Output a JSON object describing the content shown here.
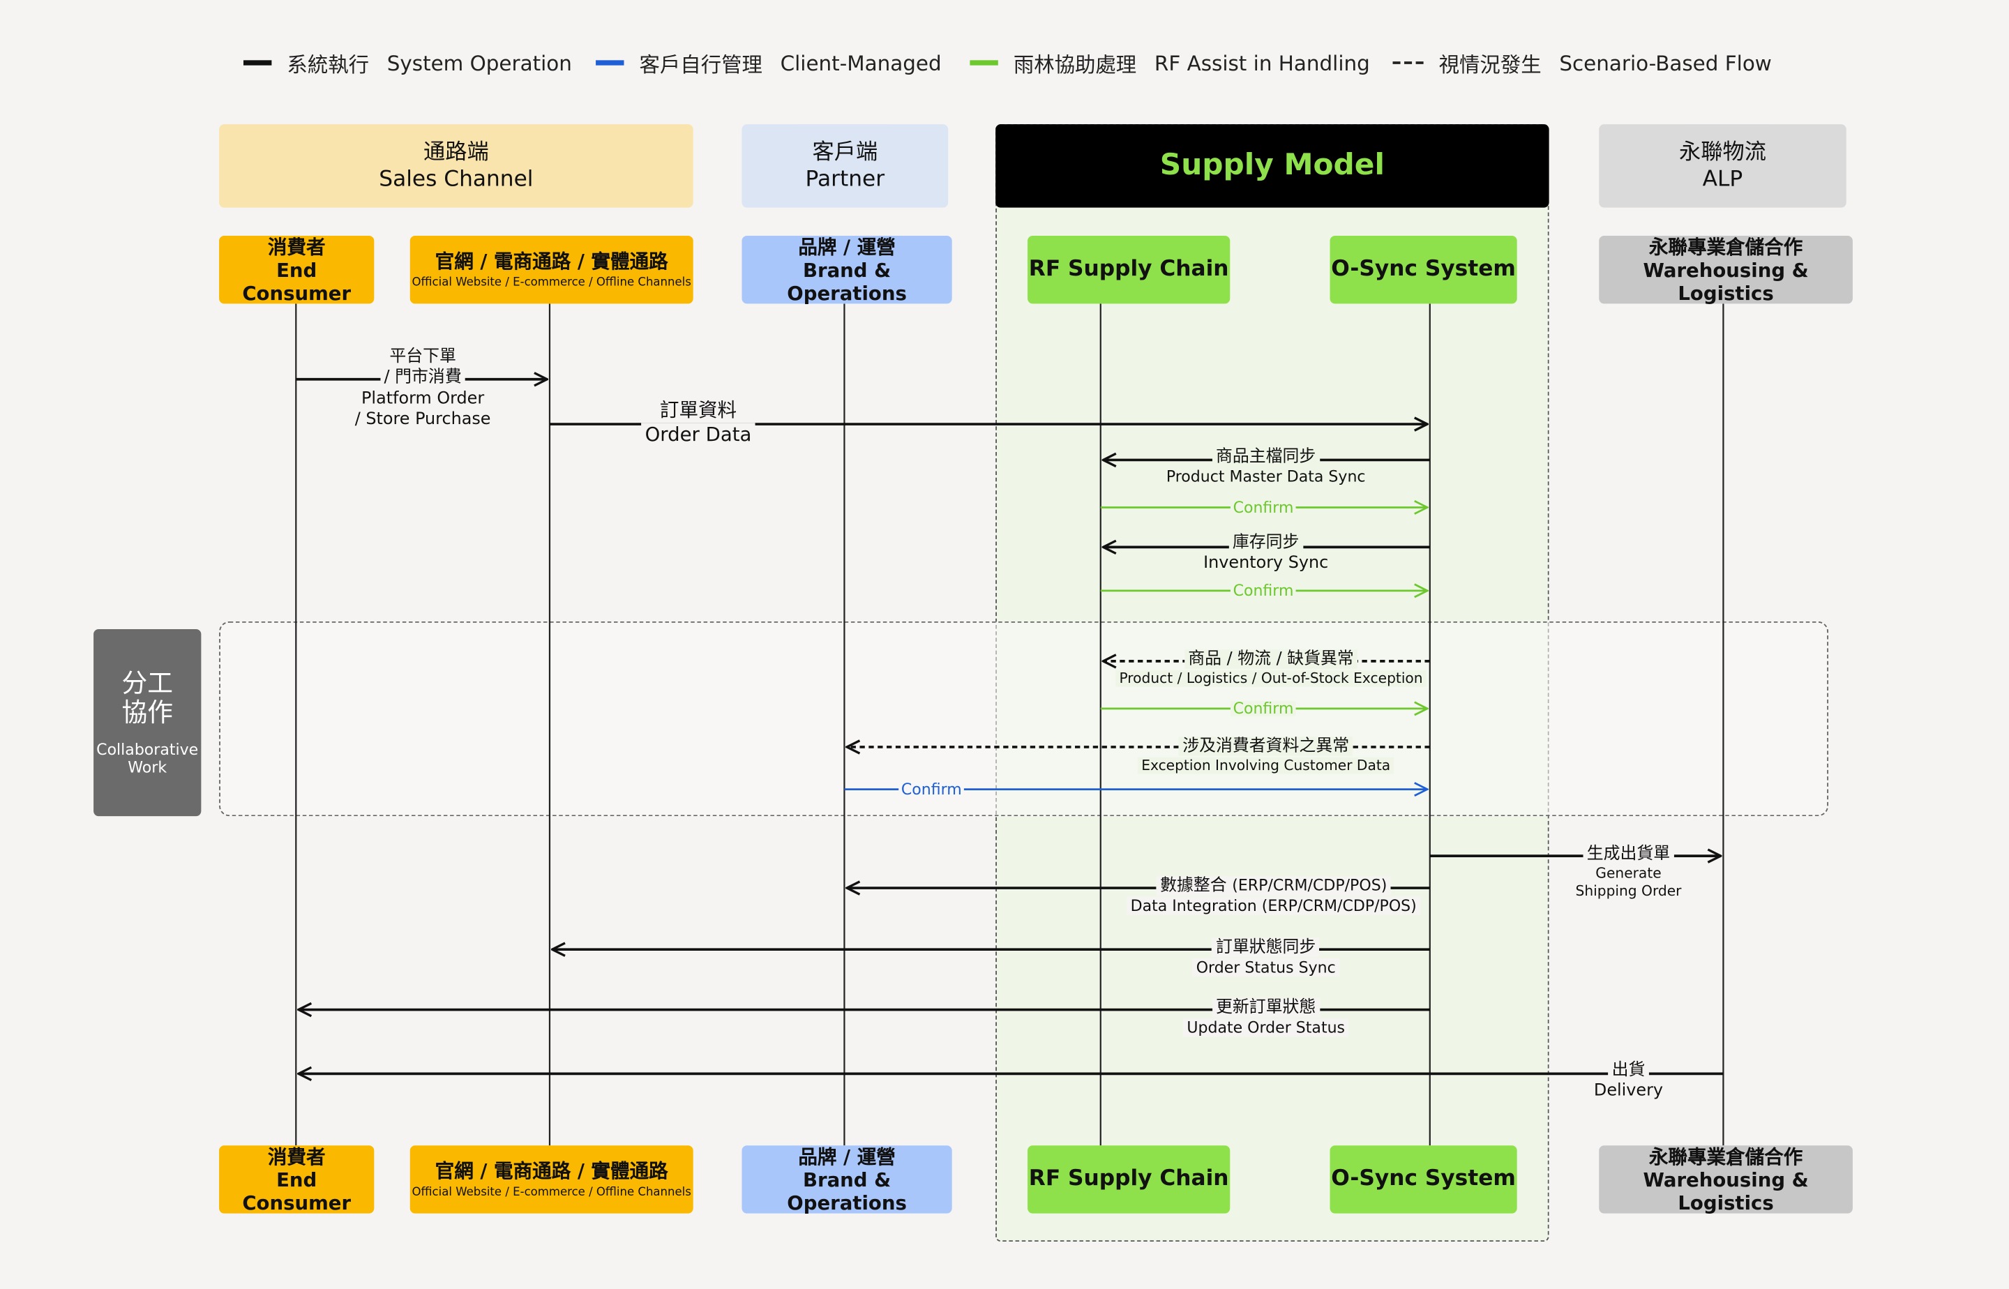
{
  "legend": [
    {
      "zh": "系統執行",
      "en": "System Operation",
      "color": "#111111",
      "style": "solid"
    },
    {
      "zh": "客戶自行管理",
      "en": "Client-Managed",
      "color": "#1f5fd6",
      "style": "solid"
    },
    {
      "zh": "雨林協助處理",
      "en": "RF Assist in Handling",
      "color": "#6cc82c",
      "style": "solid"
    },
    {
      "zh": "視情況發生",
      "en": "Scenario-Based Flow",
      "color": "#111111",
      "style": "dashed"
    }
  ],
  "groups": {
    "sales_channel": {
      "zh": "通路端",
      "en": "Sales Channel",
      "color": "#f9e4ad"
    },
    "partner": {
      "zh": "客戶端",
      "en": "Partner",
      "color": "#dbe5f4"
    },
    "supply_model": {
      "en": "Supply Model",
      "color": "#000000",
      "text_color": "#8ee14a"
    },
    "alp": {
      "zh": "永聯物流",
      "en": "ALP",
      "color": "#dadada"
    }
  },
  "actors": {
    "consumer": {
      "zh": "消費者",
      "en": "End Consumer",
      "color": "#fbb800"
    },
    "channels": {
      "zh": "官網 / 電商通路 / 實體通路",
      "en": "Official Website / E-commerce / Offline Channels",
      "color": "#fbb800"
    },
    "brand": {
      "zh": "品牌 / 運營",
      "en": "Brand & Operations",
      "color": "#a9c6fb"
    },
    "rf": {
      "en": "RF Supply Chain",
      "color": "#8ee14a"
    },
    "osync": {
      "en": "O-Sync System",
      "color": "#8ee14a"
    },
    "warehouse": {
      "zh": "永聯專業倉儲合作",
      "en": "Warehousing & Logistics",
      "color": "#c7c7c7"
    }
  },
  "collab": {
    "zh1": "分工",
    "zh2": "協作",
    "en1": "Collaborative",
    "en2": "Work"
  },
  "messages": {
    "m1": {
      "zh1": "平台下單",
      "zh2": "/ 門市消費",
      "en1": "Platform Order",
      "en2": "/ Store Purchase"
    },
    "m2": {
      "zh": "訂單資料",
      "en": "Order Data"
    },
    "m3": {
      "zh": "商品主檔同步",
      "en": "Product Master Data Sync"
    },
    "m4": {
      "zh": "庫存同步",
      "en": "Inventory Sync"
    },
    "m5": {
      "zh": "商品 / 物流 / 缺貨異常",
      "en": "Product / Logistics / Out-of-Stock Exception"
    },
    "m6": {
      "zh": "涉及消費者資料之異常",
      "en": "Exception Involving Customer Data"
    },
    "m7": {
      "zh": "生成出貨單",
      "en1": "Generate",
      "en2": "Shipping Order"
    },
    "m8": {
      "zh": "數據整合",
      "zh_extra": "(ERP/CRM/CDP/POS)",
      "en": "Data Integration (ERP/CRM/CDP/POS)"
    },
    "m9": {
      "zh": "訂單狀態同步",
      "en": "Order Status Sync"
    },
    "m10": {
      "zh": "更新訂單狀態",
      "en": "Update Order Status"
    },
    "m11": {
      "zh": "出貨",
      "en": "Delivery"
    },
    "confirm": "Confirm"
  }
}
